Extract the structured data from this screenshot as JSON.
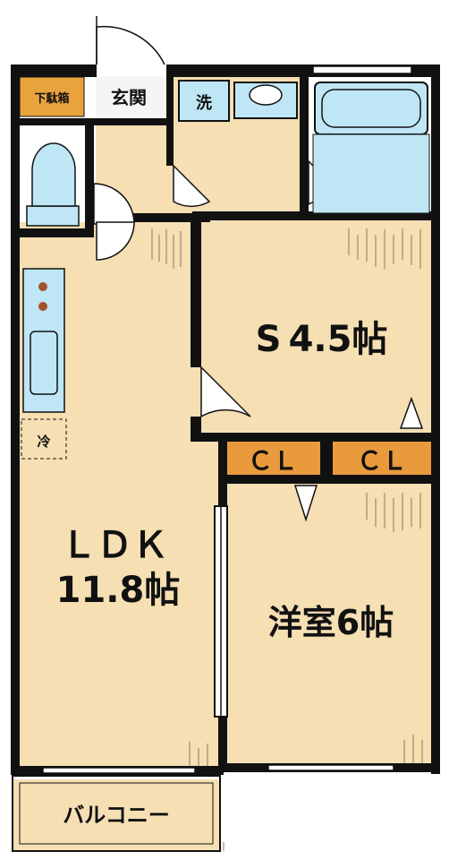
{
  "labels": {
    "shoe_box": "下駄箱",
    "entrance": "玄関",
    "washer": "洗",
    "fridge": "冷",
    "room_s_name": "S",
    "room_s_size": "4.5帖",
    "closet_left": "ＣＬ",
    "closet_right": "ＣＬ",
    "ldk_name": "ＬＤＫ",
    "ldk_size": "11.8帖",
    "western_room": "洋室6帖",
    "balcony": "バルコニー"
  },
  "colors": {
    "floor": "#f5dfb3",
    "wall": "#111111",
    "wet_area": "#ffffff",
    "fixture": "#bfe6f5",
    "closet": "#e89a3c",
    "accent": "#e8a33d",
    "burner": "#a0522d"
  }
}
